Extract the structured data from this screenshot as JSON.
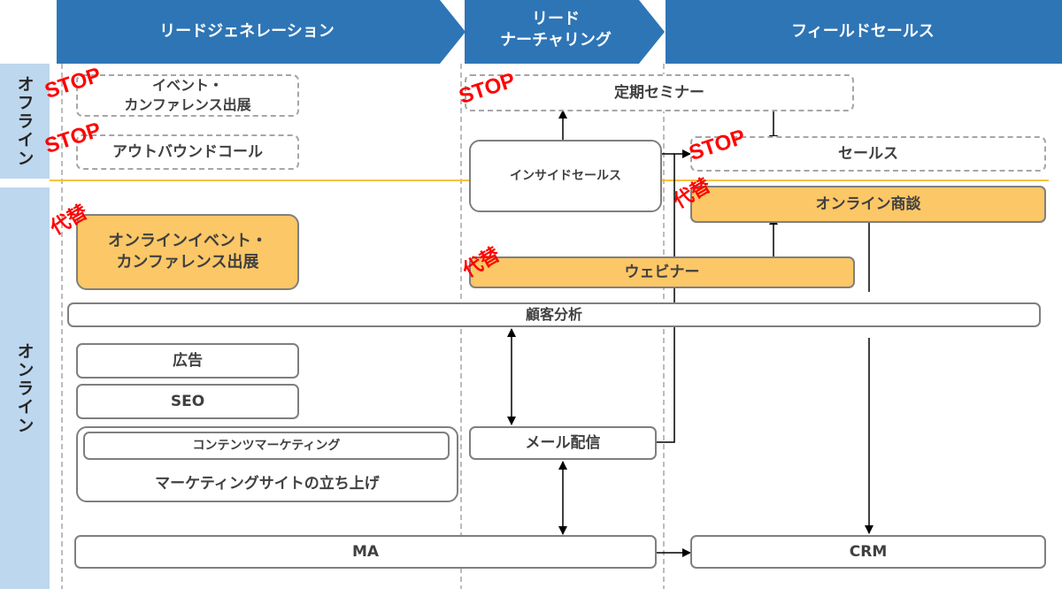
{
  "phases": [
    {
      "label": "リードジェネレーション"
    },
    {
      "label": "リード\nナーチャリング"
    },
    {
      "label": "フィールドセールス"
    }
  ],
  "rows": {
    "offline": "オフライン",
    "online": "オンライン"
  },
  "boxes": {
    "event_conference": "イベント・\nカンファレンス出展",
    "outbound_call": "アウトバウンドコール",
    "regular_seminar": "定期セミナー",
    "inside_sales": "インサイドセールス",
    "sales": "セールス",
    "online_meeting": "オンライン商談",
    "online_event": "オンラインイベント・\nカンファレンス出展",
    "webinar": "ウェビナー",
    "customer_analysis": "顧客分析",
    "ad": "広告",
    "seo": "SEO",
    "content_marketing": "コンテンツマーケティング",
    "marketing_site": "マーケティングサイトの立ち上げ",
    "mail": "メール配信",
    "ma": "MA",
    "crm": "CRM"
  },
  "marks": {
    "stop": "STOP",
    "replace": "代替"
  },
  "colors": {
    "header": "#2e75b6",
    "side": "#bdd7ee",
    "orange": "#fcc766",
    "stop": "#ff0000",
    "divider": "#f5c242"
  }
}
